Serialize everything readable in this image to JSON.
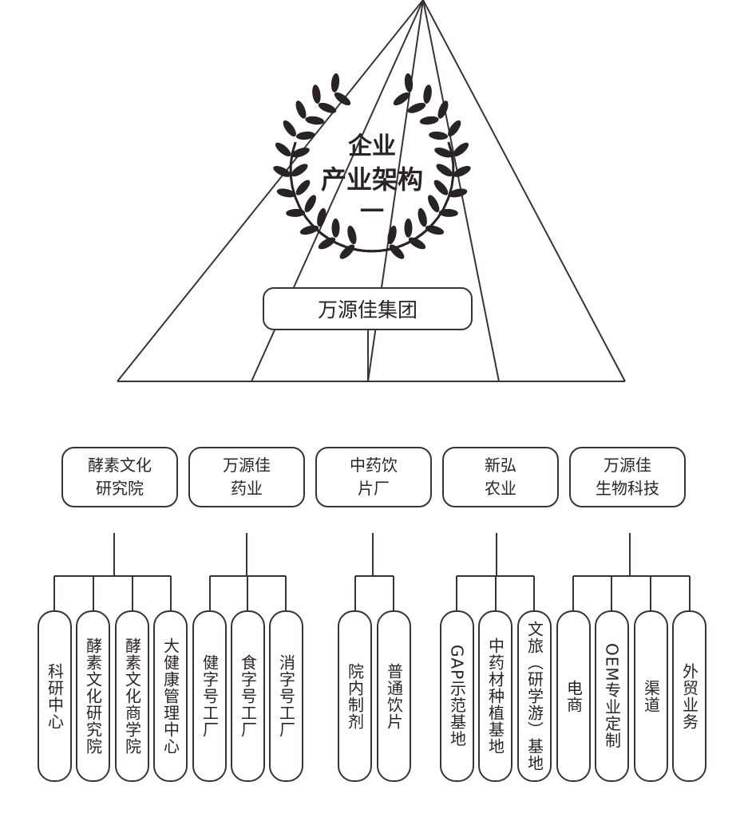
{
  "emblem": {
    "line1": "企业",
    "line2": "产业架构",
    "line3": "一"
  },
  "root": "万源佳集团",
  "divisions": [
    {
      "label": "酵素文化\n研究院",
      "children": [
        "科研中心",
        "酵素文化研究院",
        "酵素文化商学院",
        "大健康管理中心"
      ]
    },
    {
      "label": "万源佳\n药业",
      "children": [
        "健字号工厂",
        "食字号工厂",
        "消字号工厂"
      ]
    },
    {
      "label": "中药饮\n片厂",
      "children": [
        "院内制剂",
        "普通饮片"
      ]
    },
    {
      "label": "新弘\n农业",
      "children": [
        "GAP示范基地",
        "中药材种植基地",
        "文旅（研学游）基地"
      ]
    },
    {
      "label": "万源佳\n生物科技",
      "children": [
        "电商",
        "OEM专业定制",
        "渠道",
        "外贸业务"
      ]
    }
  ]
}
